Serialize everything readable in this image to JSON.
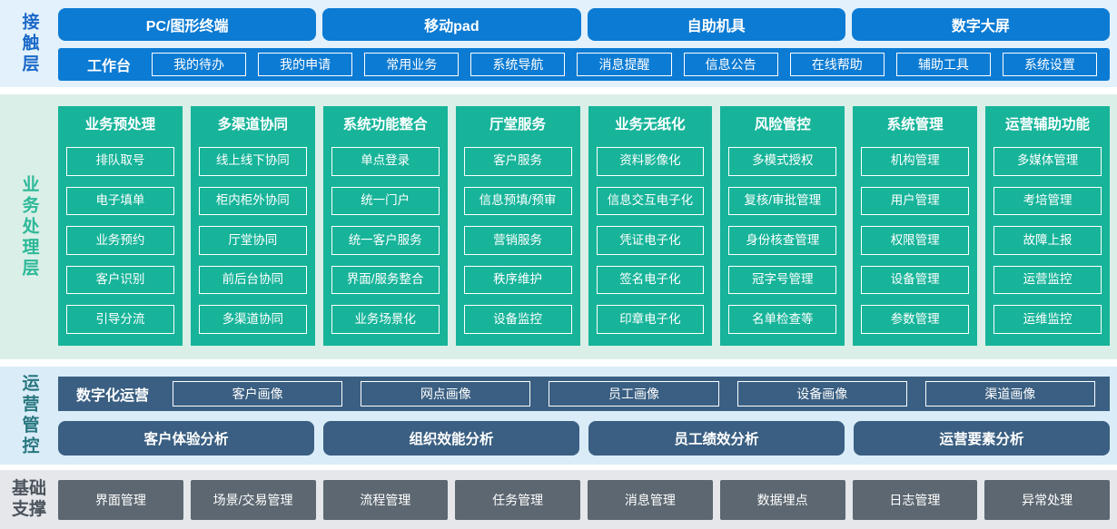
{
  "colors": {
    "blue": "#0c7bd3",
    "green": "#17b49a",
    "dark": "#3a5f82",
    "gray": "#5c6771",
    "band1-bg": "#e2f1fc",
    "band2-bg": "#daefe8",
    "band3-bg": "#d9ecf8",
    "band4-bg": "#e5e7ea",
    "label1": "#1a69c8",
    "label2": "#2db998",
    "label3": "#27767e",
    "label4": "#4b545c"
  },
  "layers": {
    "contact": {
      "label": "接触层",
      "terminals": [
        "PC/图形终端",
        "移动pad",
        "自助机具",
        "数字大屏"
      ],
      "workbench": {
        "label": "工作台",
        "items": [
          "我的待办",
          "我的申请",
          "常用业务",
          "系统导航",
          "消息提醒",
          "信息公告",
          "在线帮助",
          "辅助工具",
          "系统设置"
        ]
      }
    },
    "business": {
      "label": "业务处理层",
      "columns": [
        {
          "title": "业务预处理",
          "items": [
            "排队取号",
            "电子填单",
            "业务预约",
            "客户识别",
            "引导分流"
          ]
        },
        {
          "title": "多渠道协同",
          "items": [
            "线上线下协同",
            "柜内柜外协同",
            "厅堂协同",
            "前后台协同",
            "多渠道协同"
          ]
        },
        {
          "title": "系统功能整合",
          "items": [
            "单点登录",
            "统一门户",
            "统一客户服务",
            "界面/服务整合",
            "业务场景化"
          ]
        },
        {
          "title": "厅堂服务",
          "items": [
            "客户服务",
            "信息预填/预审",
            "营销服务",
            "秩序维护",
            "设备监控"
          ]
        },
        {
          "title": "业务无纸化",
          "items": [
            "资料影像化",
            "信息交互电子化",
            "凭证电子化",
            "签名电子化",
            "印章电子化"
          ]
        },
        {
          "title": "风险管控",
          "items": [
            "多模式授权",
            "复核/审批管理",
            "身份核查管理",
            "冠字号管理",
            "名单检查等"
          ]
        },
        {
          "title": "系统管理",
          "items": [
            "机构管理",
            "用户管理",
            "权限管理",
            "设备管理",
            "参数管理"
          ]
        },
        {
          "title": "运营辅助功能",
          "items": [
            "多媒体管理",
            "考培管理",
            "故障上报",
            "运营监控",
            "运维监控"
          ]
        }
      ]
    },
    "operations": {
      "label": "运营管控",
      "digital": {
        "label": "数字化运营",
        "items": [
          "客户画像",
          "网点画像",
          "员工画像",
          "设备画像",
          "渠道画像"
        ]
      },
      "analysis": [
        "客户体验分析",
        "组织效能分析",
        "员工绩效分析",
        "运营要素分析"
      ]
    },
    "foundation": {
      "label": "基础支撑",
      "items": [
        "界面管理",
        "场景/交易管理",
        "流程管理",
        "任务管理",
        "消息管理",
        "数据埋点",
        "日志管理",
        "异常处理"
      ]
    }
  }
}
